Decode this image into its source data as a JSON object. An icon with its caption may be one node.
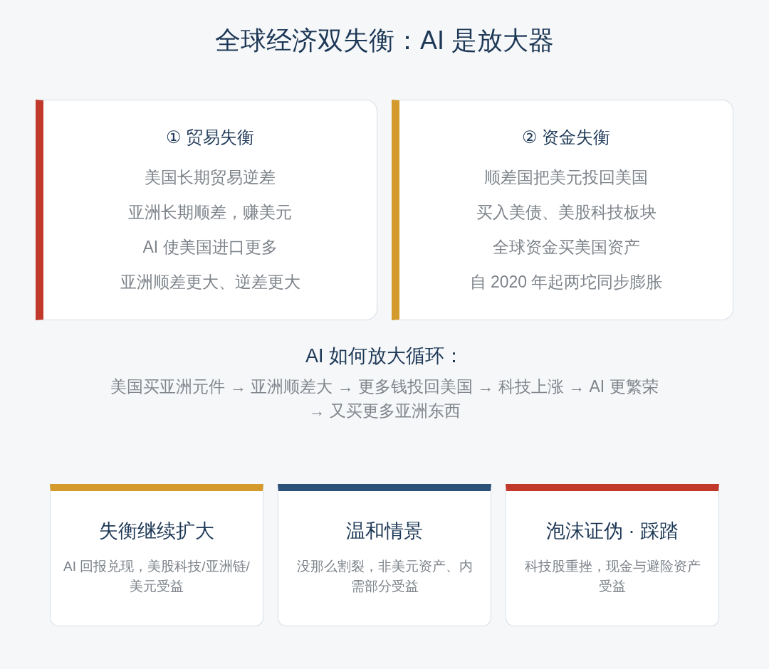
{
  "diagram": {
    "title": "全球经济双失衡：AI 是放大器",
    "nodes": [
      {
        "text": [
          "① 贸易失衡",
          "美国长期贸易逆差",
          "亚洲长期顺差，赚美元",
          "AI 使美国进口更多",
          "亚洲顺差更大、逆差更大"
        ]
      },
      {
        "text": [
          "② 资金失衡",
          "顺差国把美元投回美国",
          "买入美债、美股科技板块",
          "全球资金买美国资产",
          "自 2020 年起两坨同步膨胀"
        ]
      },
      {
        "text": [
          "失衡继续扩大",
          "AI 回报兑现，美股科技/亚洲链/美元受益"
        ]
      },
      {
        "text": [
          "温和情景",
          "没那么割裂，非美元资产、内需部分受益"
        ]
      },
      {
        "text": [
          "泡沫证伪 · 踩踏",
          "科技股重挫，现金与避险资产受益"
        ]
      }
    ],
    "edges": [],
    "labels": [
      "AI 如何放大循环：",
      "美国买亚洲元件 → 亚洲顺差大 → 更多钱投回美国 → 科技上涨 → AI 更繁荣 → 又买更多亚洲东西"
    ]
  }
}
